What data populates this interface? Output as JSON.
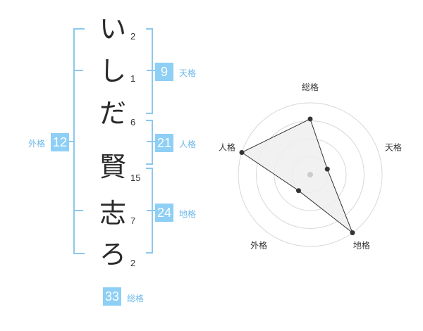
{
  "name": {
    "chars": [
      {
        "char": "い",
        "strokes": "2"
      },
      {
        "char": "し",
        "strokes": "1"
      },
      {
        "char": "だ",
        "strokes": "6"
      },
      {
        "char": "賢",
        "strokes": "15"
      },
      {
        "char": "志",
        "strokes": "7"
      },
      {
        "char": "ろ",
        "strokes": "2"
      }
    ]
  },
  "kaku": {
    "tenkaku": {
      "label": "天格",
      "value": "9"
    },
    "jinkaku": {
      "label": "人格",
      "value": "21"
    },
    "chikaku": {
      "label": "地格",
      "value": "24"
    },
    "gaikaku": {
      "label": "外格",
      "value": "12"
    },
    "soukaku": {
      "label": "総格",
      "value": "33"
    }
  },
  "chart_data": {
    "type": "radar",
    "axes": [
      "総格",
      "天格",
      "地格",
      "外格",
      "人格"
    ],
    "rmax": 4,
    "values": [
      3.1,
      1.0,
      4.0,
      1.1,
      4.0
    ],
    "colors": {
      "fill": "#efefef",
      "stroke": "#333333",
      "grid": "#d8d8d8",
      "center": "#cccccc"
    }
  }
}
